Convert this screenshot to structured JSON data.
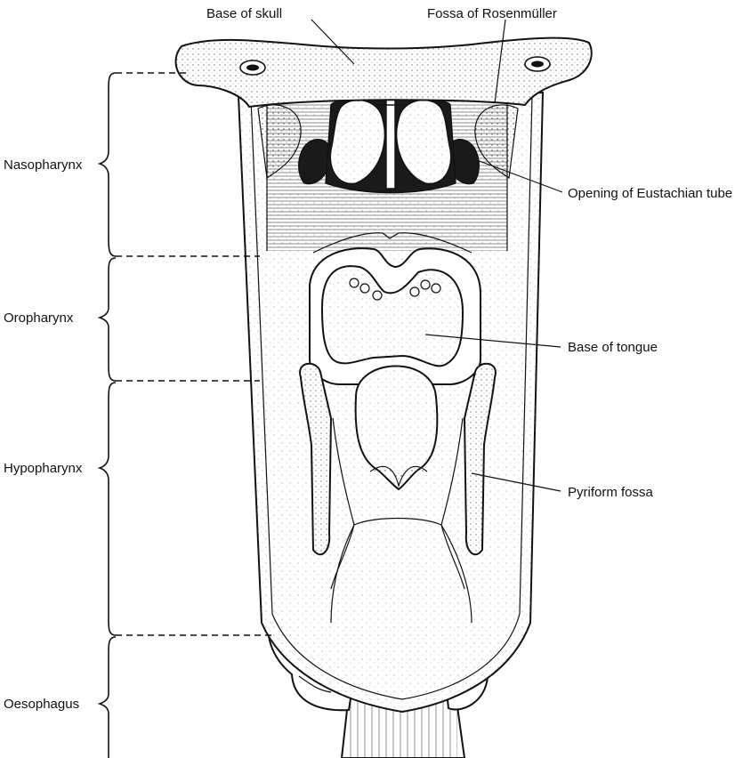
{
  "labels": {
    "base_of_skull": "Base of skull",
    "fossa_of_rosenmuller": "Fossa of Rosenmüller",
    "opening_of_eustachian_tube": "Opening of Eustachian tube",
    "base_of_tongue": "Base of tongue",
    "pyriform_fossa": "Pyriform fossa"
  },
  "regions": {
    "nasopharynx": "Nasopharynx",
    "oropharynx": "Oropharynx",
    "hypopharynx": "Hypopharynx",
    "oesophagus": "Oesophagus"
  }
}
